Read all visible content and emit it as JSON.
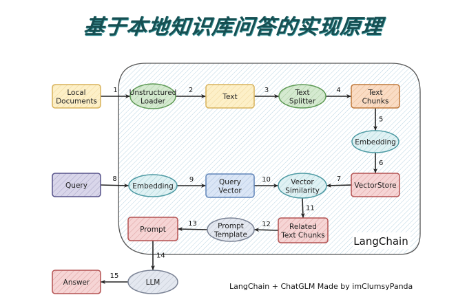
{
  "title": "基于本地知识库问答的实现原理",
  "container_label": "LangChain",
  "caption": "LangChain + ChatGLM Made by imClumsyPanda",
  "colors": {
    "title": "#164f52",
    "container_fill": "#e8f2f7",
    "container_stroke": "#555555",
    "yellow_fill": "#fdf0c8",
    "yellow_stroke": "#d8b25a",
    "green_fill": "#d5ead0",
    "green_stroke": "#5e9a55",
    "orange_fill": "#fadcc4",
    "orange_stroke": "#c0783a",
    "teal_fill": "#e0f2f4",
    "teal_stroke": "#4d9aa3",
    "purple_fill": "#d9d6ea",
    "purple_stroke": "#565289",
    "blue_fill": "#dbe6f6",
    "blue_stroke": "#5f84b8",
    "red_fill": "#f6d5d5",
    "red_stroke": "#b45252",
    "gray_fill": "#e4e8f0",
    "gray_stroke": "#7a8294"
  },
  "nodes": [
    {
      "id": "local-documents",
      "shape": "rect",
      "color": "yellow",
      "lines": [
        "Local",
        "Documents"
      ]
    },
    {
      "id": "unstructured-loader",
      "shape": "ellipse",
      "color": "green",
      "lines": [
        "Unstructured",
        "Loader"
      ]
    },
    {
      "id": "text",
      "shape": "rect",
      "color": "yellow",
      "lines": [
        "Text"
      ]
    },
    {
      "id": "text-splitter",
      "shape": "ellipse",
      "color": "green",
      "lines": [
        "Text",
        "Splitter"
      ]
    },
    {
      "id": "text-chunks",
      "shape": "rect",
      "color": "orange",
      "lines": [
        "Text",
        "Chunks"
      ]
    },
    {
      "id": "embedding-docs",
      "shape": "ellipse",
      "color": "teal",
      "lines": [
        "Embedding"
      ]
    },
    {
      "id": "vector-store",
      "shape": "rect",
      "color": "red",
      "lines": [
        "VectorStore"
      ]
    },
    {
      "id": "query",
      "shape": "rect",
      "color": "purple",
      "lines": [
        "Query"
      ]
    },
    {
      "id": "embedding-query",
      "shape": "ellipse",
      "color": "teal",
      "lines": [
        "Embedding"
      ]
    },
    {
      "id": "query-vector",
      "shape": "rect",
      "color": "blue",
      "lines": [
        "Query",
        "Vector"
      ]
    },
    {
      "id": "vector-similarity",
      "shape": "ellipse",
      "color": "teal",
      "lines": [
        "Vector",
        "Similarity"
      ]
    },
    {
      "id": "related-text-chunks",
      "shape": "rect",
      "color": "red",
      "lines": [
        "Related",
        "Text Chunks"
      ]
    },
    {
      "id": "prompt-template",
      "shape": "ellipse",
      "color": "gray",
      "lines": [
        "Prompt",
        "Template"
      ]
    },
    {
      "id": "prompt",
      "shape": "rect",
      "color": "red",
      "lines": [
        "Prompt"
      ]
    },
    {
      "id": "llm",
      "shape": "ellipse",
      "color": "gray",
      "lines": [
        "LLM"
      ]
    },
    {
      "id": "answer",
      "shape": "rect",
      "color": "red",
      "lines": [
        "Answer"
      ]
    }
  ],
  "edges": [
    {
      "step": "1",
      "from": "local-documents",
      "to": "unstructured-loader"
    },
    {
      "step": "2",
      "from": "unstructured-loader",
      "to": "text"
    },
    {
      "step": "3",
      "from": "text",
      "to": "text-splitter"
    },
    {
      "step": "4",
      "from": "text-splitter",
      "to": "text-chunks"
    },
    {
      "step": "5",
      "from": "text-chunks",
      "to": "embedding-docs"
    },
    {
      "step": "6",
      "from": "embedding-docs",
      "to": "vector-store"
    },
    {
      "step": "7",
      "from": "vector-store",
      "to": "vector-similarity"
    },
    {
      "step": "8",
      "from": "query",
      "to": "embedding-query"
    },
    {
      "step": "9",
      "from": "embedding-query",
      "to": "query-vector"
    },
    {
      "step": "10",
      "from": "query-vector",
      "to": "vector-similarity"
    },
    {
      "step": "11",
      "from": "vector-similarity",
      "to": "related-text-chunks"
    },
    {
      "step": "12",
      "from": "related-text-chunks",
      "to": "prompt-template"
    },
    {
      "step": "13",
      "from": "prompt-template",
      "to": "prompt"
    },
    {
      "step": "14",
      "from": "prompt",
      "to": "llm"
    },
    {
      "step": "15",
      "from": "llm",
      "to": "answer"
    }
  ]
}
